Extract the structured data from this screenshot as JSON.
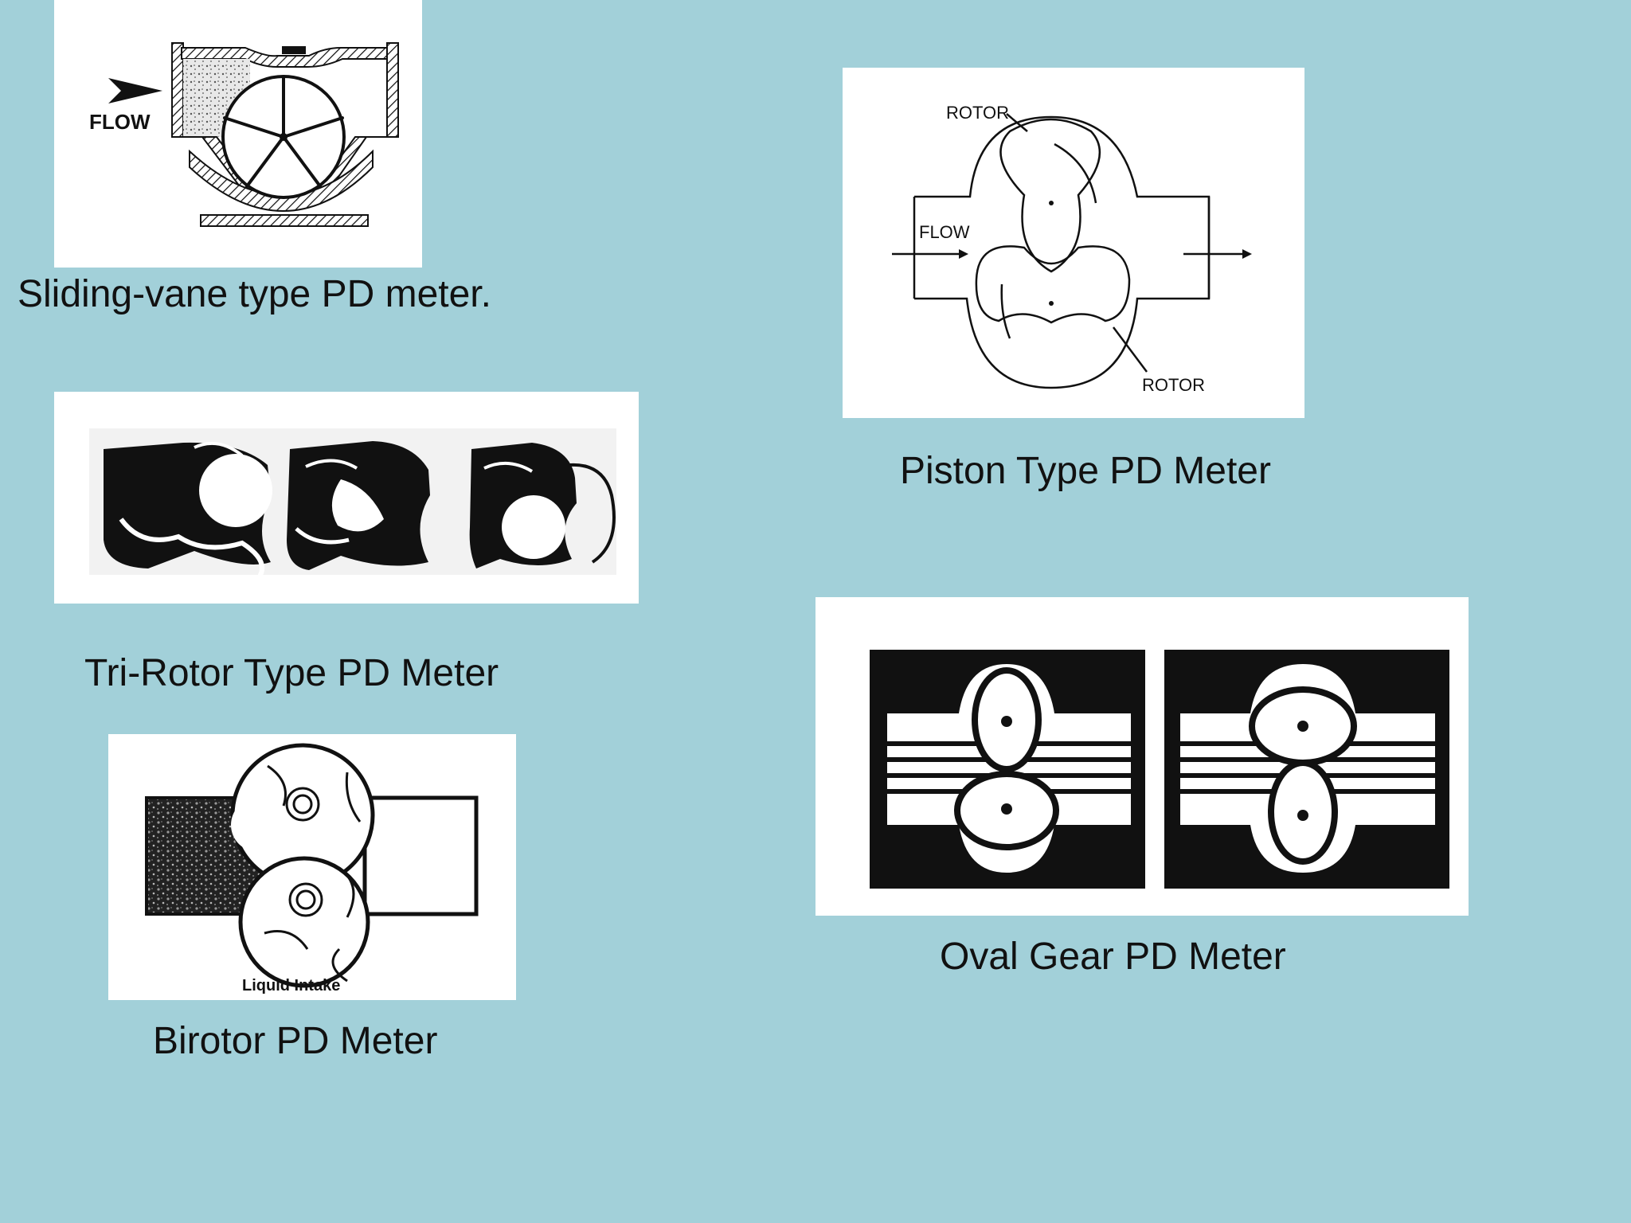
{
  "colors": {
    "background": "#a2d0d9",
    "panel": "#ffffff",
    "ink": "#111111"
  },
  "sliding_vane": {
    "caption": "Sliding-vane type PD meter.",
    "flow_label": "FLOW"
  },
  "piston": {
    "caption": "Piston Type PD Meter",
    "rotor_top_label": "ROTOR",
    "rotor_bottom_label": "ROTOR",
    "flow_label": "FLOW"
  },
  "tri_rotor": {
    "caption": "Tri-Rotor Type PD Meter"
  },
  "oval_gear": {
    "caption": "Oval Gear PD Meter"
  },
  "birotor": {
    "caption": "Birotor PD Meter",
    "intake_label": "Liquid Intake"
  }
}
